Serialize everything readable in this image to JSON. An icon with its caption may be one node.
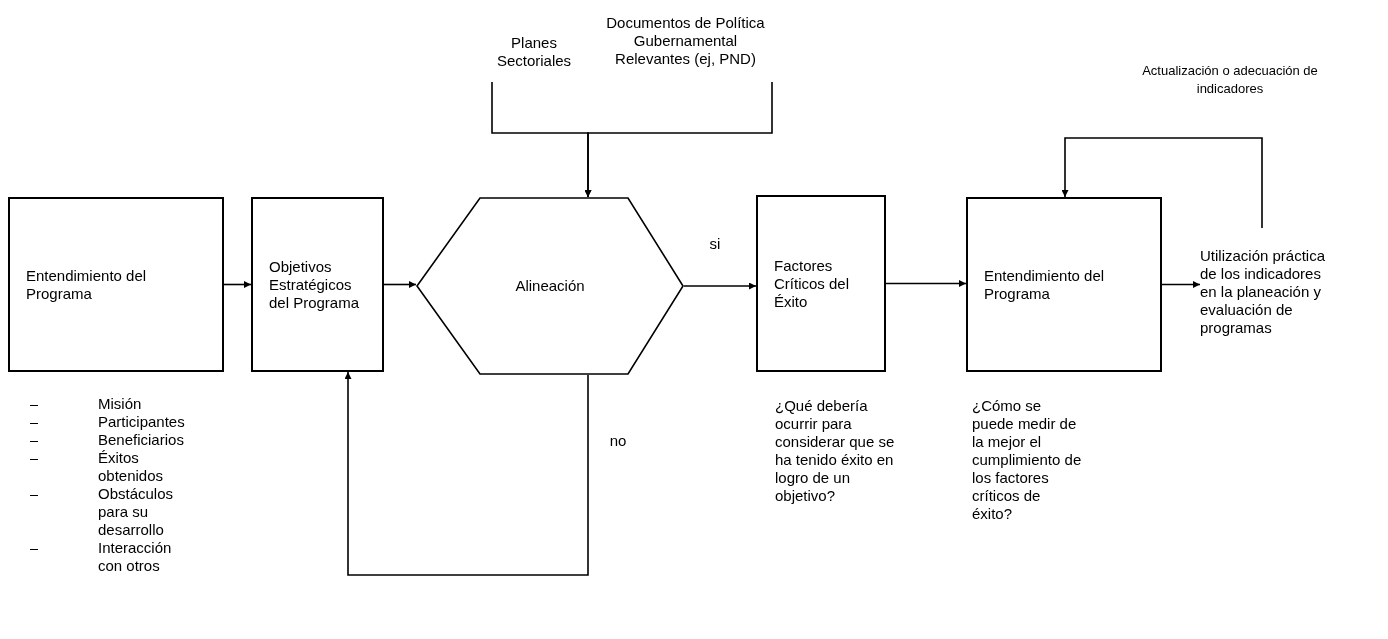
{
  "diagram": {
    "nodes": [
      {
        "text": [
          "Entendimiento del Programa"
        ],
        "beside": [
          "Misión",
          "Participantes",
          "Beneficiarios",
          "Éxitos obtenidos",
          "Obstáculos para su desarrollo",
          "Interacción con otros"
        ]
      },
      {
        "text": [
          "Objetivos Estratégicos del Programa"
        ]
      },
      {
        "text": [
          "Alineación"
        ]
      },
      {
        "text": [
          "Factores Críticos del Éxito"
        ],
        "beside": [
          "¿Qué debería ocurrir para considerar que se ha tenido éxito en logro de un objetivo?"
        ]
      },
      {
        "text": [
          "Entendimiento del Programa"
        ],
        "beside": [
          "¿Cómo se puede medir de la mejor el cumplimiento de los factores críticos de éxito?"
        ]
      },
      {
        "text": [
          "Utilización práctica de los indicadores en la planeación y evaluación de programas"
        ]
      },
      {
        "text": [
          "Planes Sectoriales"
        ]
      },
      {
        "text": [
          "Documentos de Política Gubernamental Relevantes (ej, PND)"
        ]
      }
    ],
    "edges": [
      {
        "from": 0,
        "to": 1,
        "arrow": "to"
      },
      {
        "from": 1,
        "to": 2,
        "arrow": "to"
      },
      {
        "from": 2,
        "to": 3,
        "arrow": "to",
        "label": "si"
      },
      {
        "from": 3,
        "to": 4,
        "arrow": "to"
      },
      {
        "from": 4,
        "to": 5,
        "arrow": "to"
      },
      {
        "from": 2,
        "to": 1,
        "arrow": "to",
        "label": "no"
      },
      {
        "from": 5,
        "to": 4,
        "arrow": "to",
        "label": "Actualización o adecuación de indicadores"
      },
      {
        "from": 6,
        "to": 2,
        "arrow": "to"
      },
      {
        "from": 7,
        "to": 2,
        "arrow": "to"
      }
    ]
  }
}
